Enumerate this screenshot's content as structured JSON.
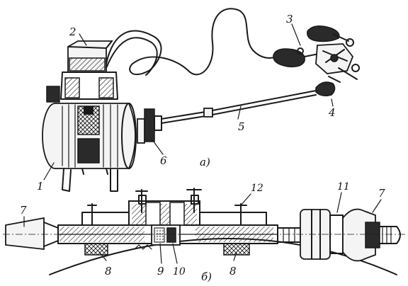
{
  "labels": {
    "n1": "1",
    "n2": "2",
    "n3": "3",
    "n4": "4",
    "n5": "5",
    "n6": "6",
    "n7a": "7",
    "n7b": "7",
    "n8a": "8",
    "n8b": "8",
    "n9": "9",
    "n10": "10",
    "n11": "11",
    "n12": "12",
    "panel_a": "а)",
    "panel_b": "б)"
  }
}
